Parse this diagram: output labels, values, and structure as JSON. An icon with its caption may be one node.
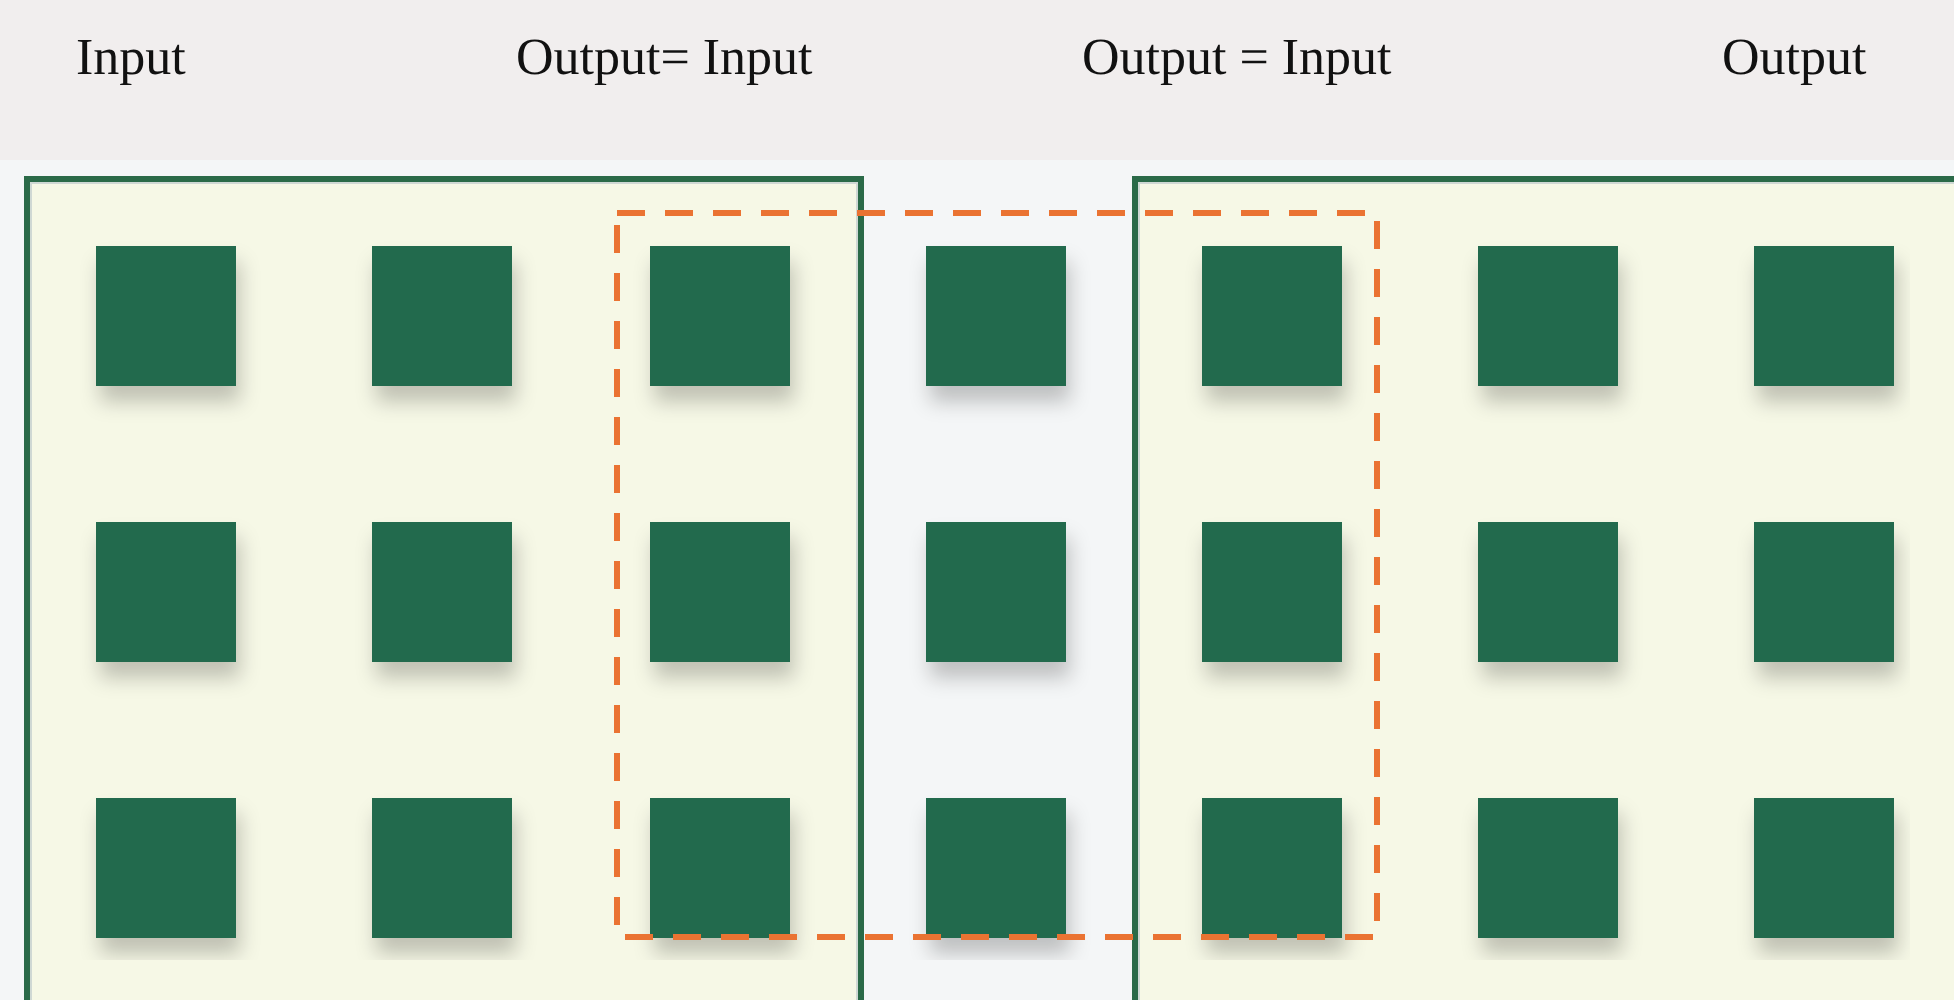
{
  "diagram": {
    "nodes": [
      {
        "text": [],
        "shape": "box"
      },
      {
        "text": [],
        "shape": "box"
      },
      {
        "text": [],
        "shape": "box"
      }
    ],
    "labels": [
      "Input",
      "Output= Input",
      "Output = Input",
      "Output"
    ]
  }
}
